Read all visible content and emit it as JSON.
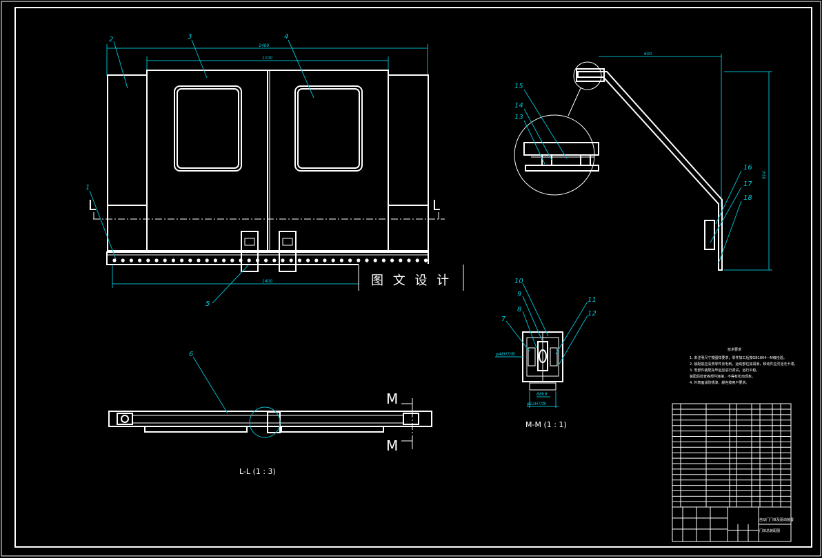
{
  "views": {
    "front_dims": {
      "top_total": "1400",
      "top_inner": "1100",
      "bottom": "1400"
    },
    "section_l": {
      "marker": "L",
      "caption": "L-L (1 : 3)"
    },
    "section_m": {
      "marker": "M",
      "caption": "M-M (1 : 1)"
    },
    "side_dims": {
      "top": "600",
      "height": "914"
    },
    "mm_dims": {
      "left": "φ48H7/f6",
      "bottom_inner": "88h9",
      "bottom": "φ12H7/f8"
    }
  },
  "part_labels": [
    "1",
    "2",
    "3",
    "4",
    "5",
    "6",
    "7",
    "8",
    "9",
    "10",
    "11",
    "12",
    "13",
    "14",
    "15",
    "16",
    "17",
    "18"
  ],
  "watermark": "图 文 设 计",
  "notes": {
    "heading": "技术要求",
    "lines": [
      "1. 未注明尺寸按图样要求，零件加工后按GB1804—M级检验。",
      "2. 装配前应清洗零件去毛刺，运动部位加润滑，移动件应灵活无卡滞。",
      "3. 零部件装配完毕后应进行调试，运行平稳。",
      "   装配后检查各部件连接，不得有松动现象。",
      "4. 外表面涂防锈漆，颜色按用户要求。"
    ]
  },
  "title_block": {
    "designation_line1": "自动门门体及驱动装置",
    "designation_line2": "门体总装配图"
  }
}
